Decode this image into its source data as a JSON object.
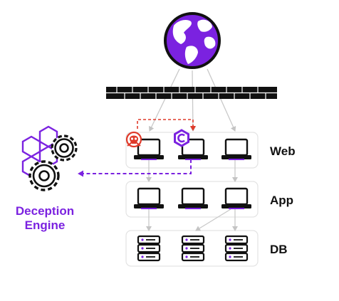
{
  "tiers": [
    {
      "id": "web",
      "label": "Web",
      "node_type": "laptop"
    },
    {
      "id": "app",
      "label": "App",
      "node_type": "laptop"
    },
    {
      "id": "db",
      "label": "DB",
      "node_type": "server"
    }
  ],
  "engine": {
    "line1": "Deception",
    "line2": "Engine"
  },
  "icons": [
    "globe-icon",
    "firewall-icon",
    "attacker-skull-icon",
    "decoy-hexagon-icon",
    "gears-hexagon-icon",
    "laptop-icon",
    "server-icon"
  ],
  "colors": {
    "purple": "#7b22e0",
    "red": "#e03a2a",
    "gray_arrow": "#c9c9c9",
    "dark": "#111111",
    "box_border": "#e3e3e3"
  }
}
